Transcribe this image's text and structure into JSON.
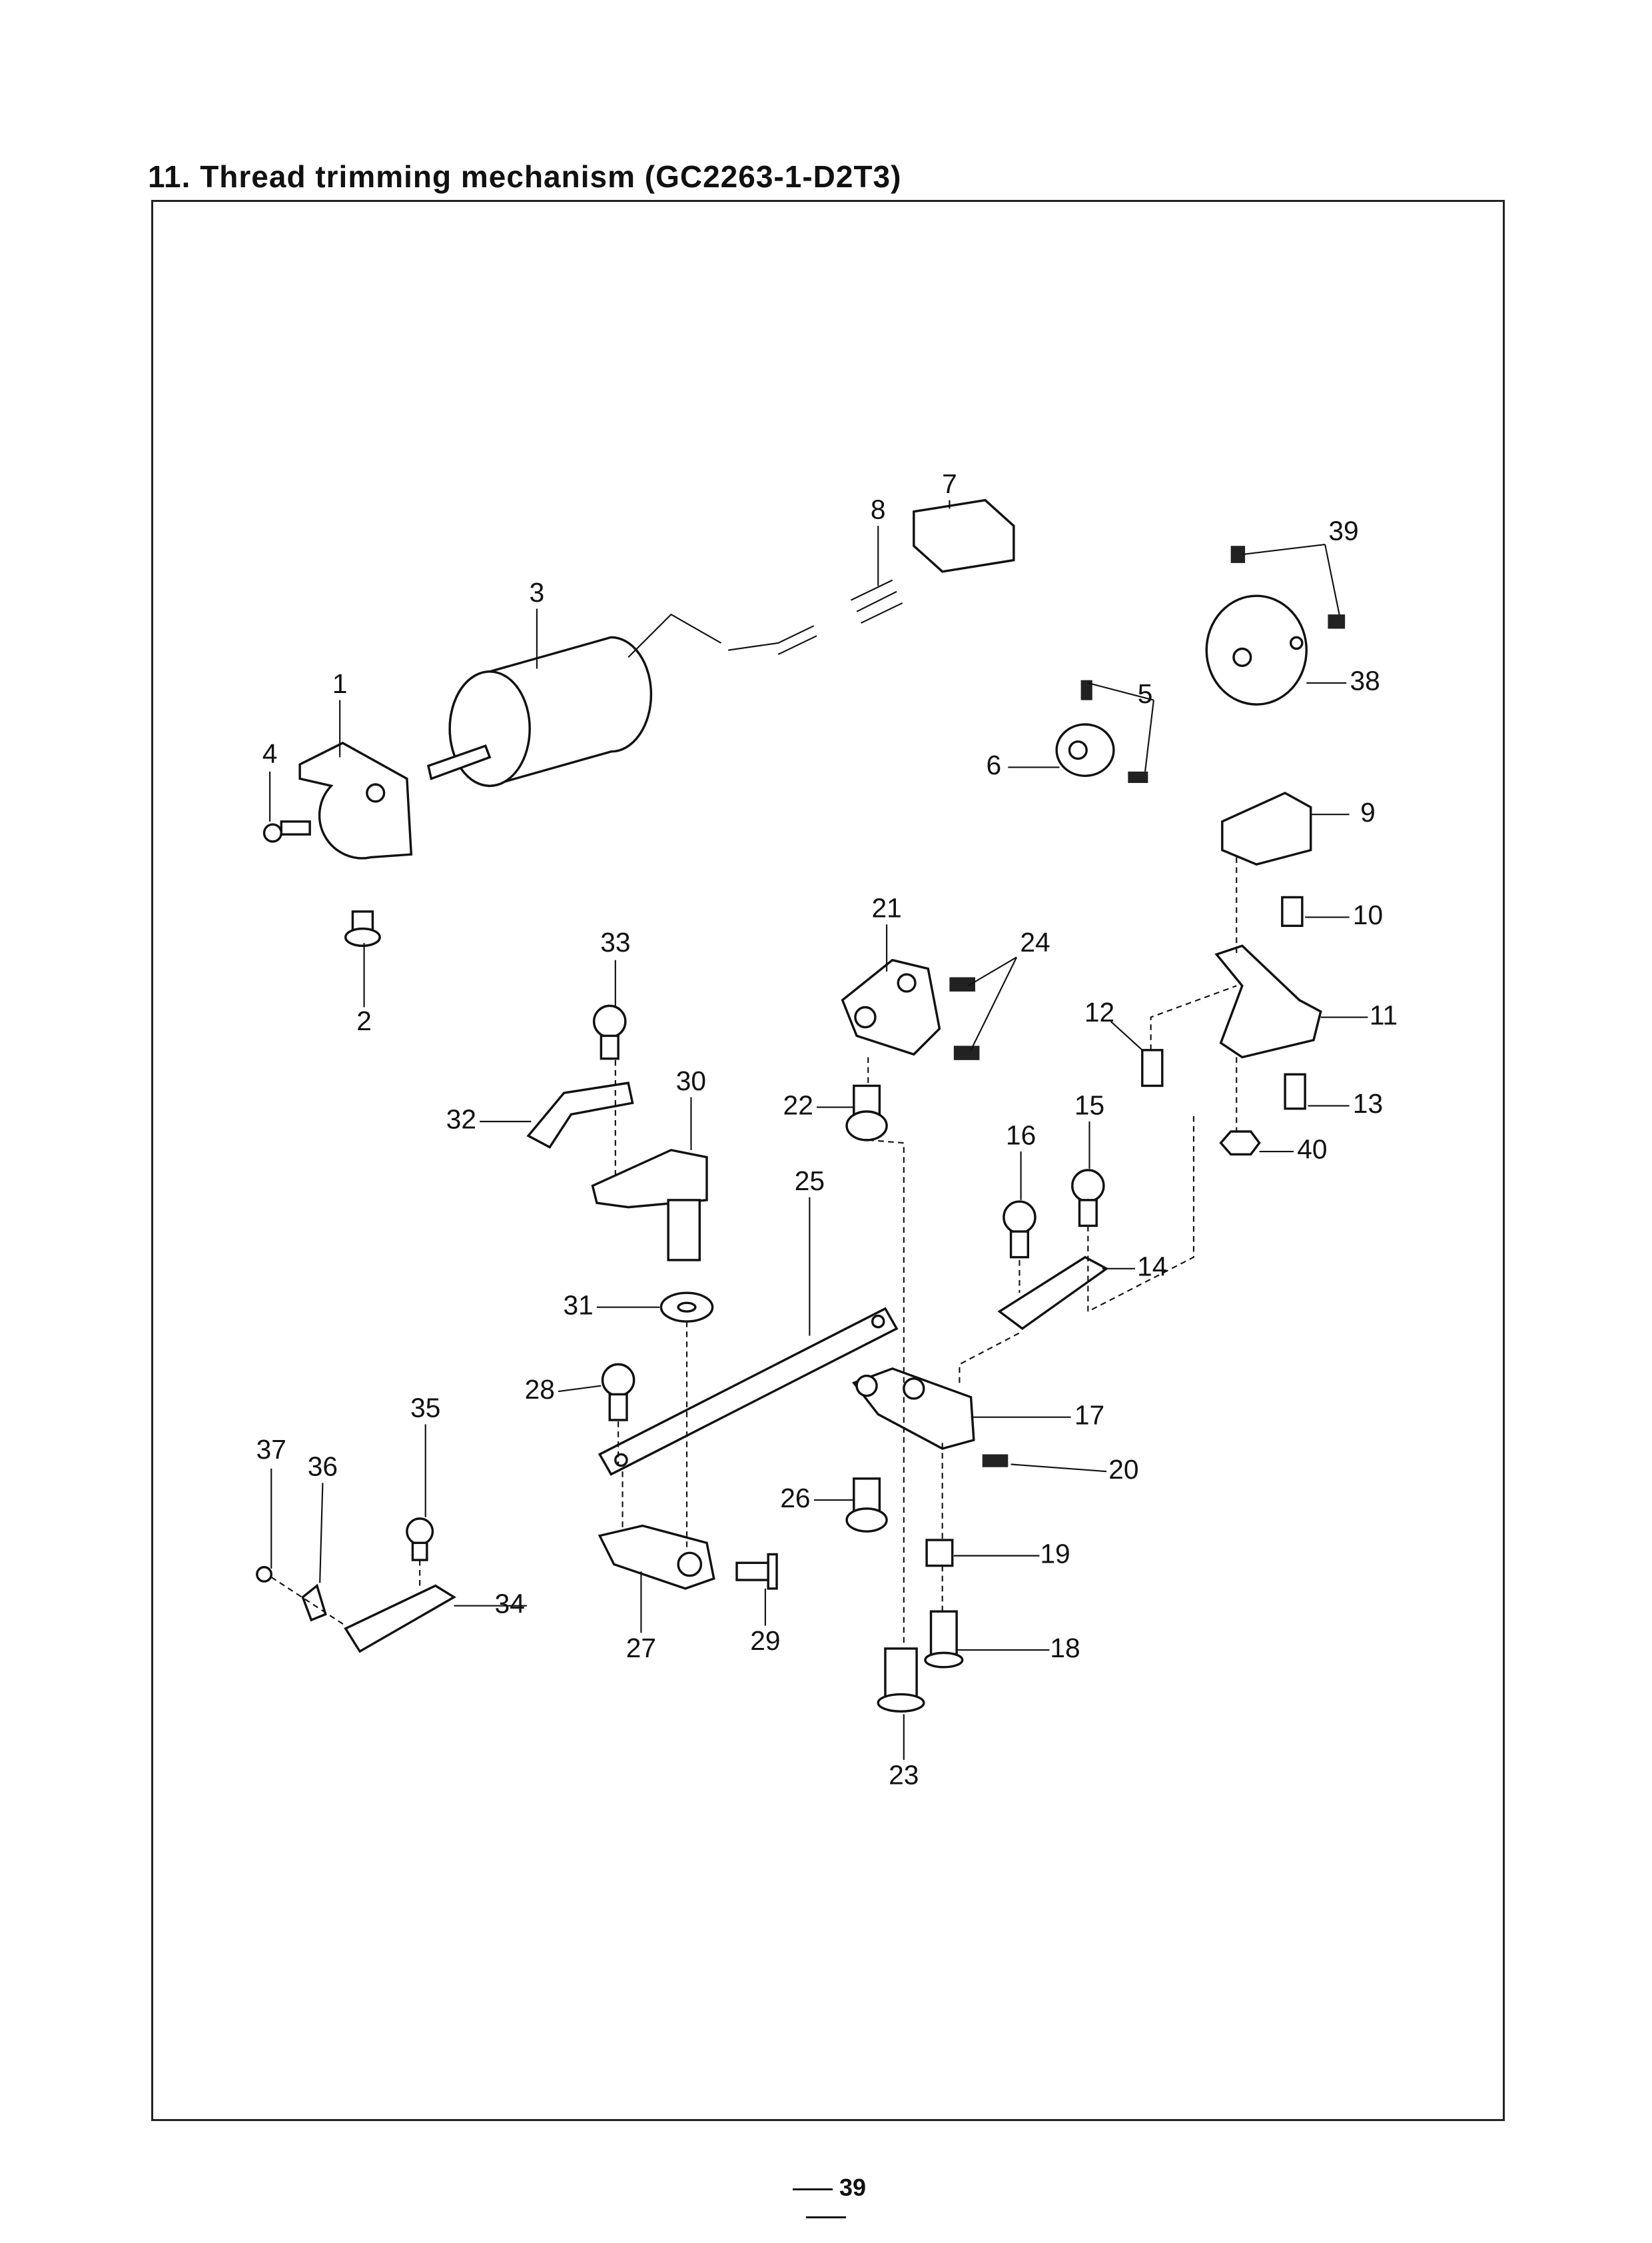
{
  "title": "11. Thread trimming mechanism (GC2263-1-D2T3)",
  "page_number": "39",
  "callouts": [
    "1",
    "2",
    "3",
    "4",
    "5",
    "6",
    "7",
    "8",
    "9",
    "10",
    "11",
    "12",
    "13",
    "14",
    "15",
    "16",
    "17",
    "18",
    "19",
    "20",
    "21",
    "22",
    "23",
    "24",
    "25",
    "26",
    "27",
    "28",
    "29",
    "30",
    "31",
    "32",
    "33",
    "34",
    "35",
    "36",
    "37",
    "38",
    "39",
    "40"
  ]
}
